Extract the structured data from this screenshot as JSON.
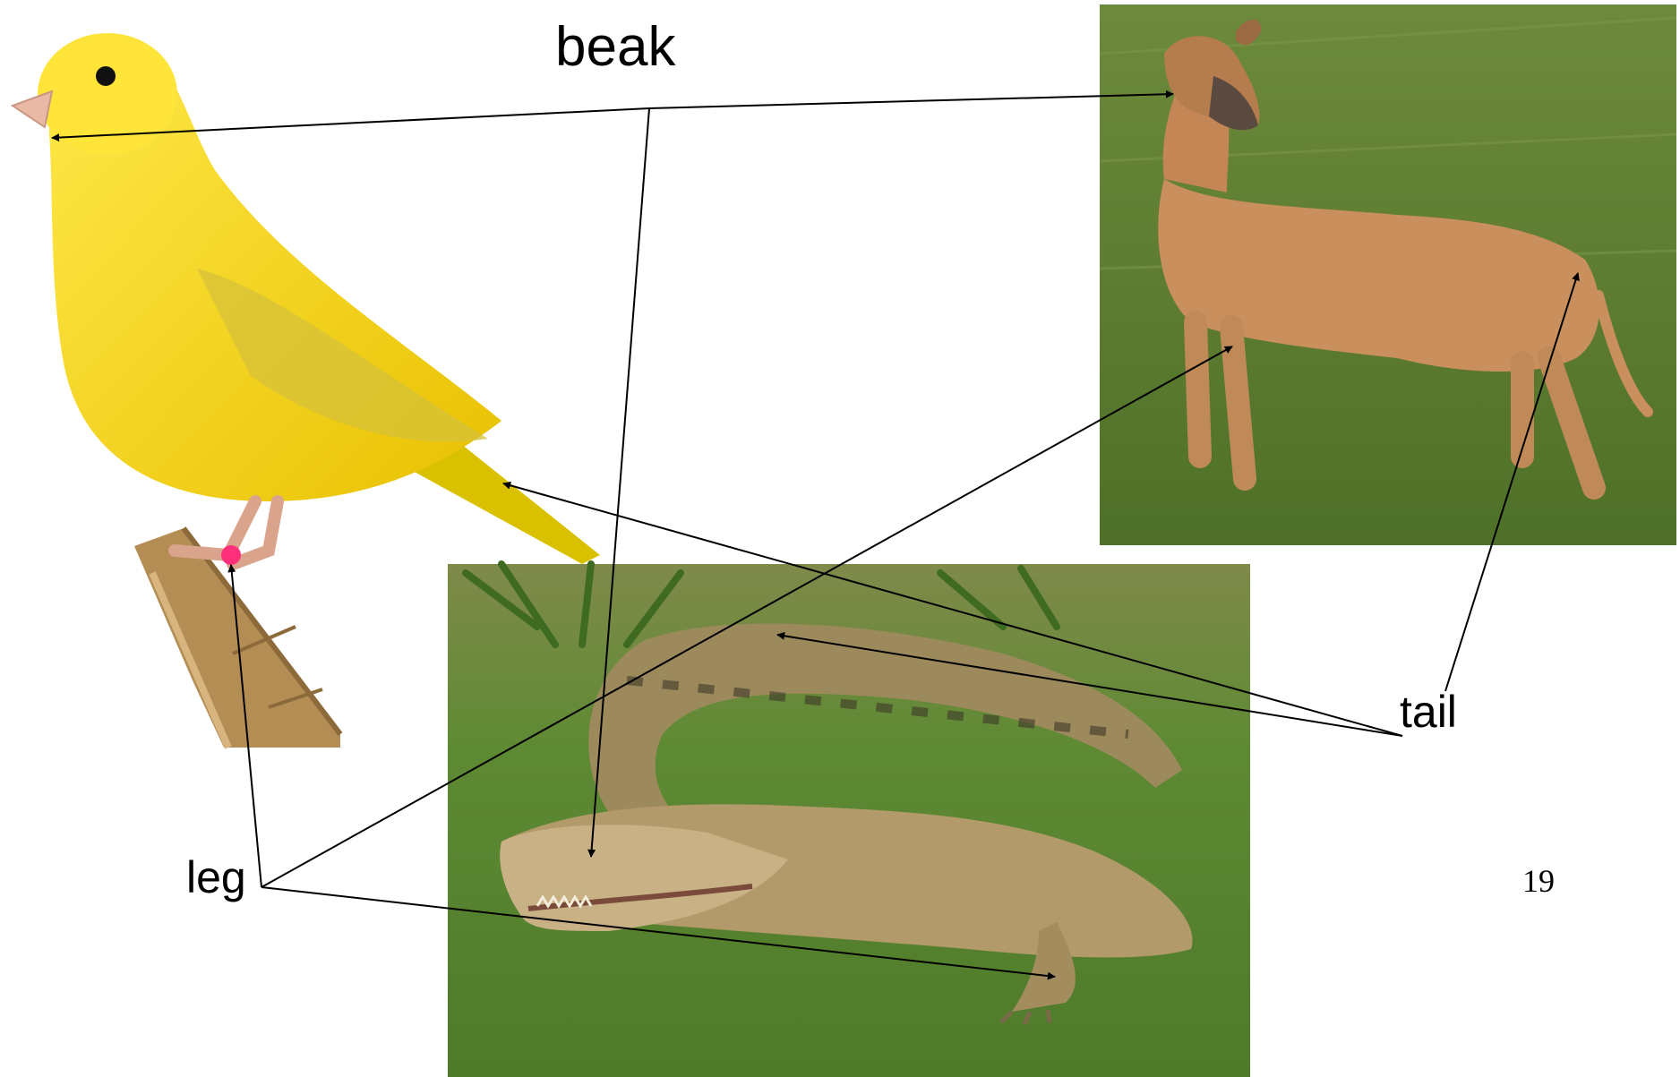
{
  "labels": {
    "beak": "beak",
    "leg": "leg",
    "tail": "tail"
  },
  "page_number": "19",
  "pictures": {
    "bird": "yellow canary perched on a branch",
    "dog": "tan greyhound standing on grass",
    "crocodile": "crocodile lying on grass"
  },
  "colors": {
    "background": "#ffffff",
    "arrow": "#000000",
    "text": "#000000",
    "canary": "#f5d40a",
    "dog_coat": "#c98f5c",
    "grass": "#5f7f33",
    "crocodile": "#b39a6a"
  }
}
